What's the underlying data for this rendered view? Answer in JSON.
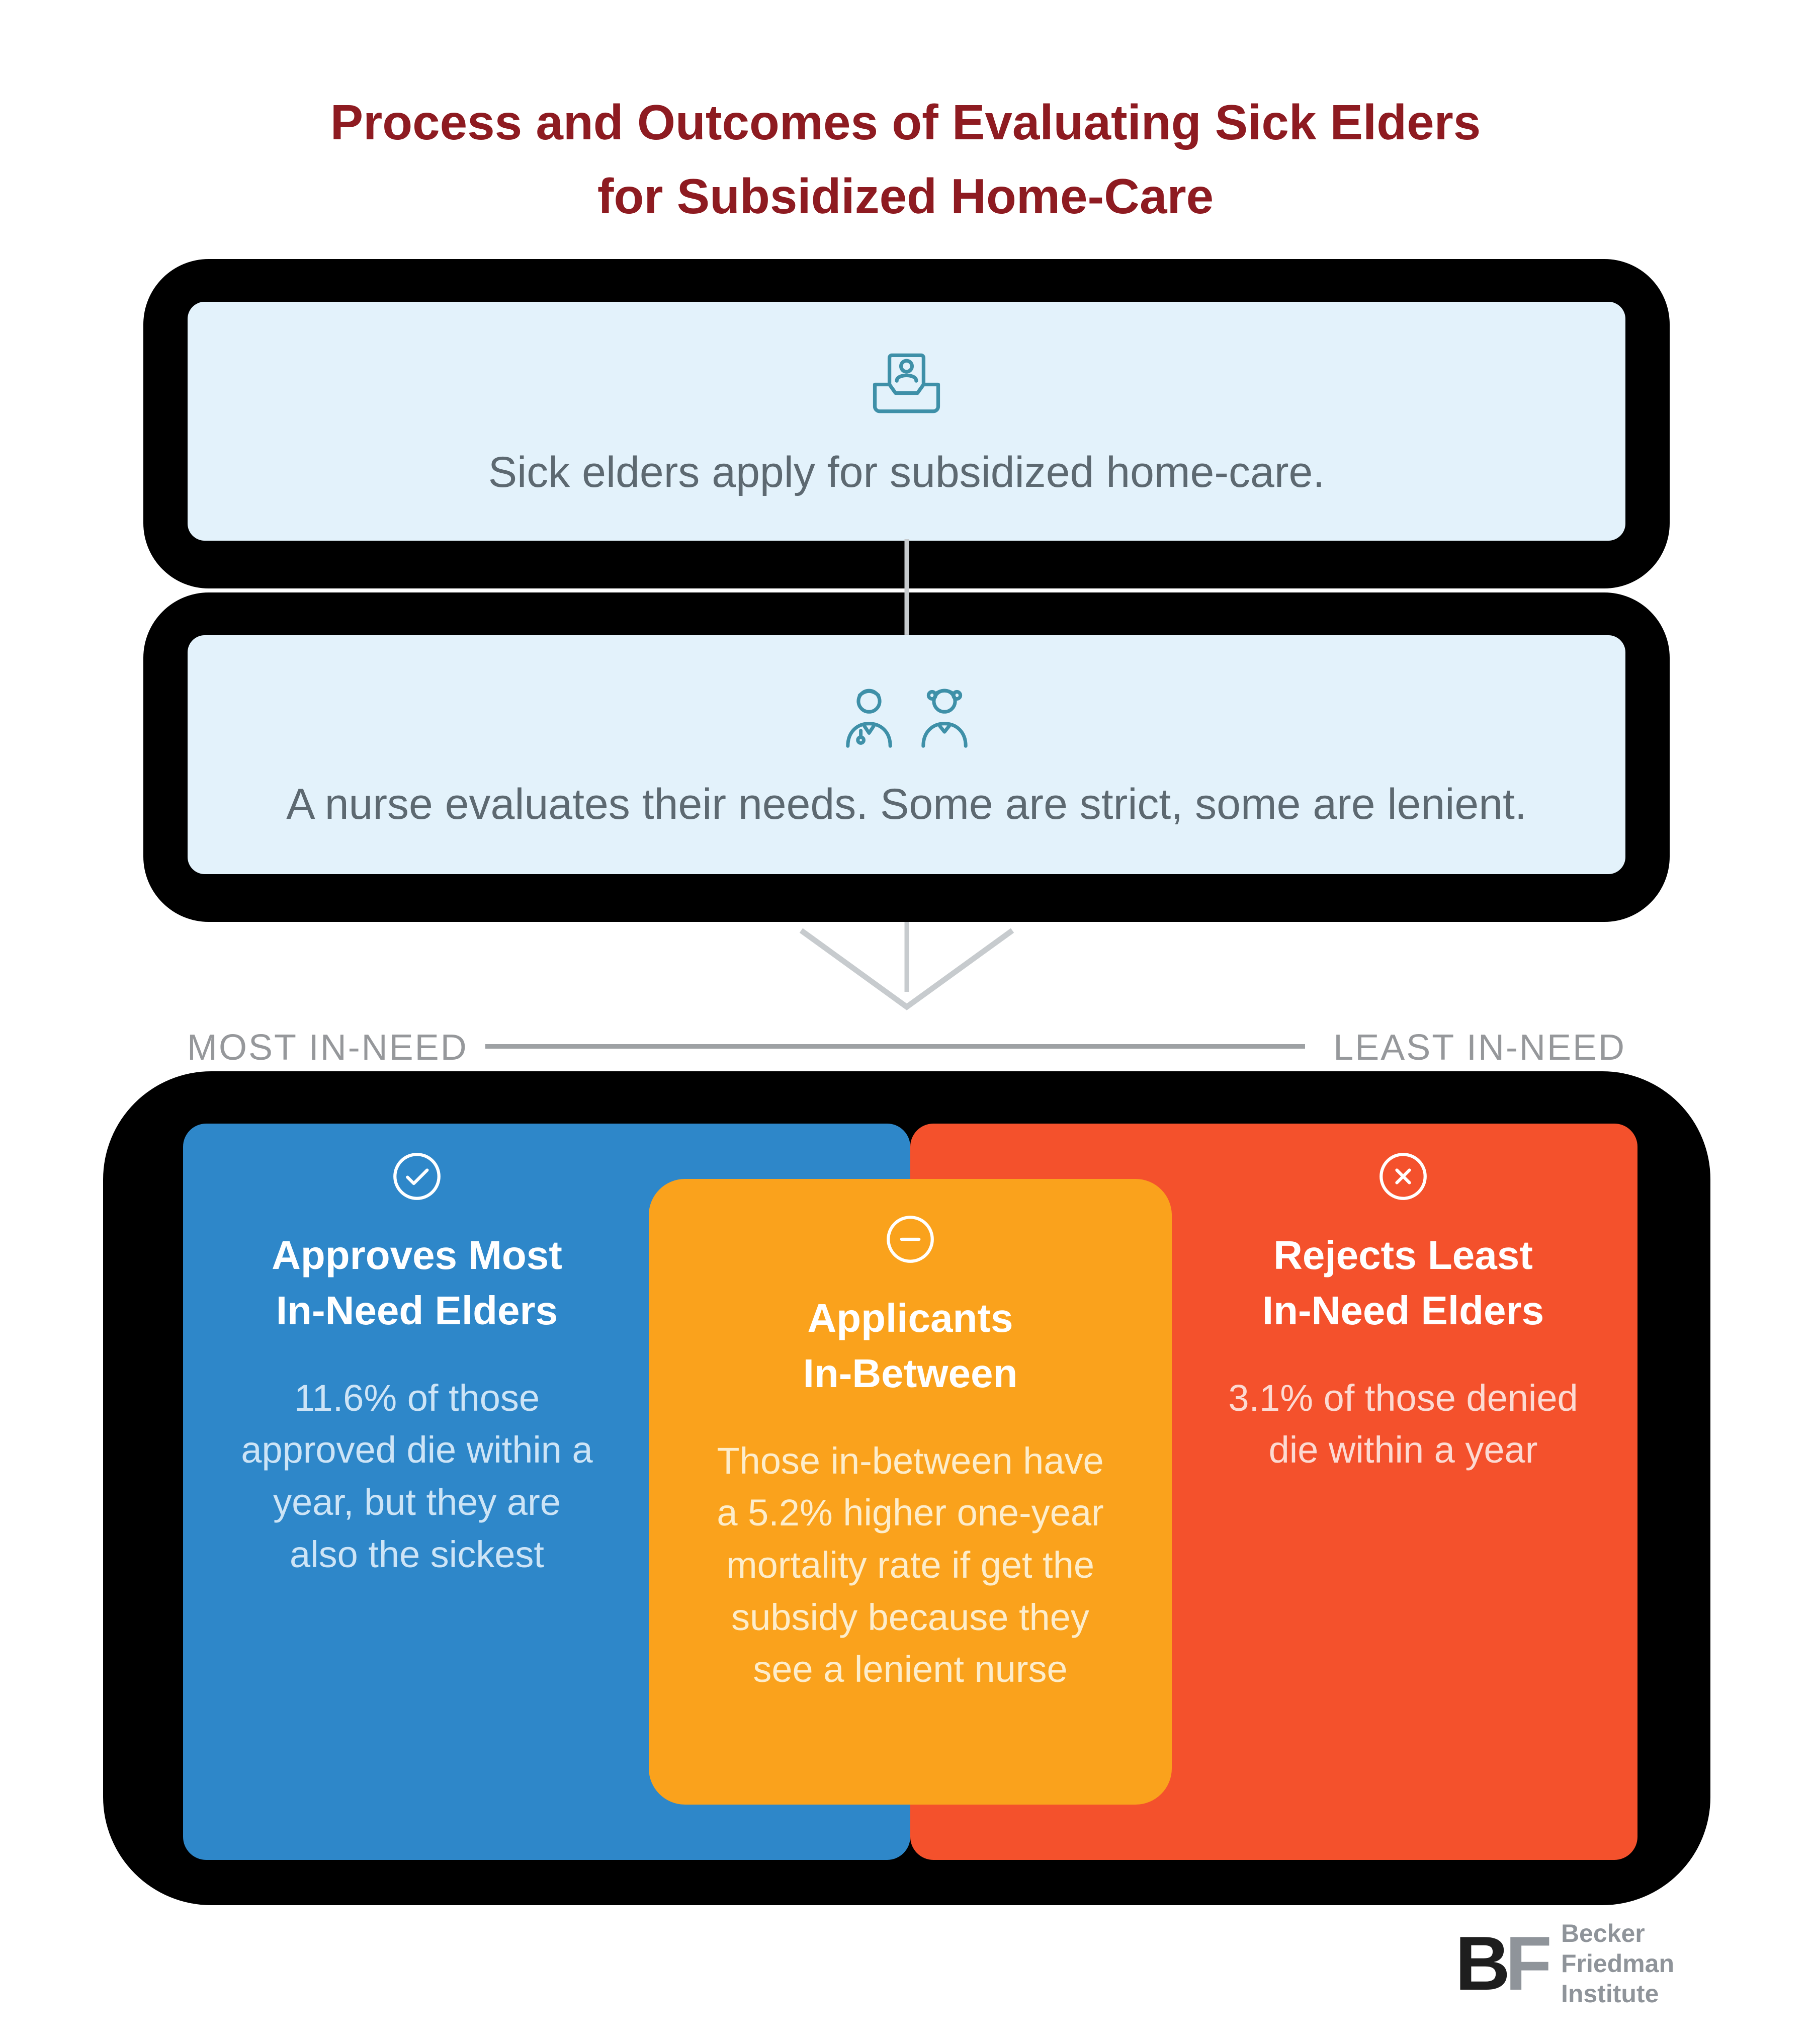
{
  "page": {
    "title_line1": "Process and Outcomes of Evaluating Sick Elders",
    "title_line2": "for Subsidized Home-Care",
    "title_color": "#8E1B21",
    "accents": {
      "icon_teal": "#3E90A8",
      "connector_gray": "#C7CBCE",
      "step_panel_bg": "#E3F2FB",
      "step_text_gray": "#5D6971"
    }
  },
  "process_steps": [
    {
      "icon": "application-inbox-icon",
      "text": "Sick elders apply for subsidized home-care."
    },
    {
      "icon": "nurses-icon",
      "text": "A nurse evaluates their needs. Some are strict, some are lenient."
    }
  ],
  "need_scale": {
    "left_label": "MOST IN-NEED",
    "right_label": "LEAST IN-NEED"
  },
  "outcome_cards": [
    {
      "name": "approved",
      "icon": "check-circle-icon",
      "color": "#2E87C9",
      "title": "Approves Most\nIn-Need Elders",
      "body": "11.6% of those approved die within a year, but they are also the sickest"
    },
    {
      "name": "in-between",
      "icon": "minus-circle-icon",
      "color": "#FAA21C",
      "title": "Applicants\nIn-Between",
      "body": "Those in-between have a 5.2% higher one-year mortality rate if get the subsidy because they see a lenient nurse"
    },
    {
      "name": "rejected",
      "icon": "x-circle-icon",
      "color": "#F4512C",
      "title": "Rejects Least\nIn-Need Elders",
      "body": "3.1% of those denied die within a year"
    }
  ],
  "logo": {
    "mark_b": "B",
    "mark_f": "F",
    "line1": "Becker",
    "line2": "Friedman",
    "line3": "Institute"
  }
}
